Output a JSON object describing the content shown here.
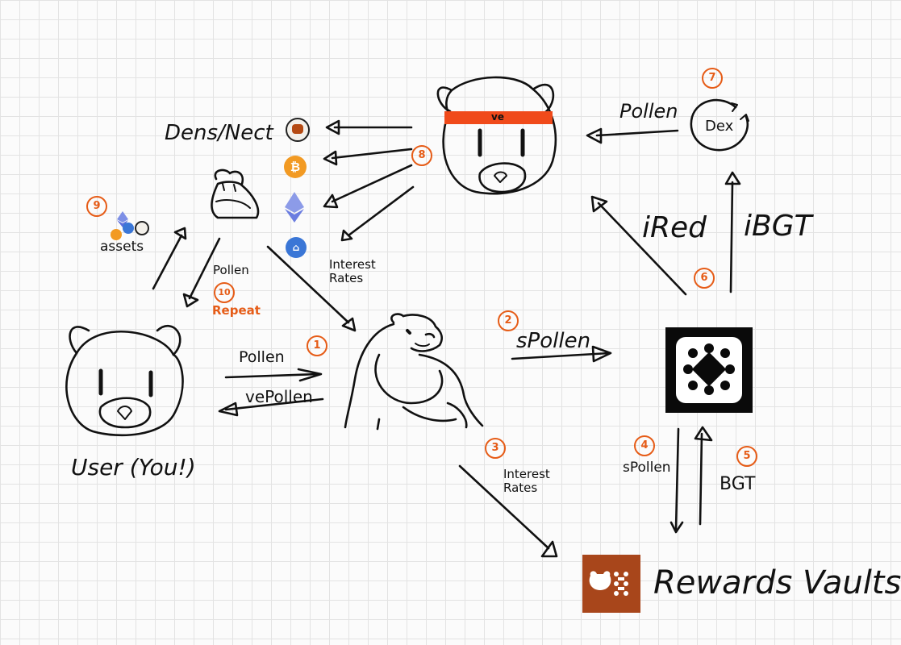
{
  "labels": {
    "dens_nect": "Dens/Nect",
    "assets": "assets",
    "pollen_down": "Pollen",
    "repeat": "Repeat",
    "pollen_right": "Pollen",
    "vepollen": "vePollen",
    "user": "User (You!)",
    "spollen_right": "sPollen",
    "interest_rates_top": "Interest Rates",
    "interest_rates_bottom": "Interest Rates",
    "spollen_down": "sPollen",
    "bgt": "BGT",
    "ired": "iRed",
    "ibgt": "iBGT",
    "pollen_top": "Pollen",
    "dex": "Dex",
    "headband": "ve",
    "rewards_vaults": "Rewards Vaults"
  },
  "steps": [
    "1",
    "2",
    "3",
    "4",
    "5",
    "6",
    "7",
    "8",
    "9",
    "10"
  ],
  "colors": {
    "accent": "#e65c17",
    "ink": "#111111",
    "vault": "#a8461b",
    "headband": "#f04a1a",
    "grid": "#e3e3e3"
  },
  "icons": [
    "bear-head-icon",
    "bear-headband-icon",
    "small-bear-icon",
    "muscle-bear-icon",
    "protocol-logo-icon",
    "dex-cycle-icon",
    "rewards-vault-logo-icon",
    "honey-token-icon",
    "bitcoin-token-icon",
    "ethereum-token-icon",
    "blue-token-icon"
  ]
}
